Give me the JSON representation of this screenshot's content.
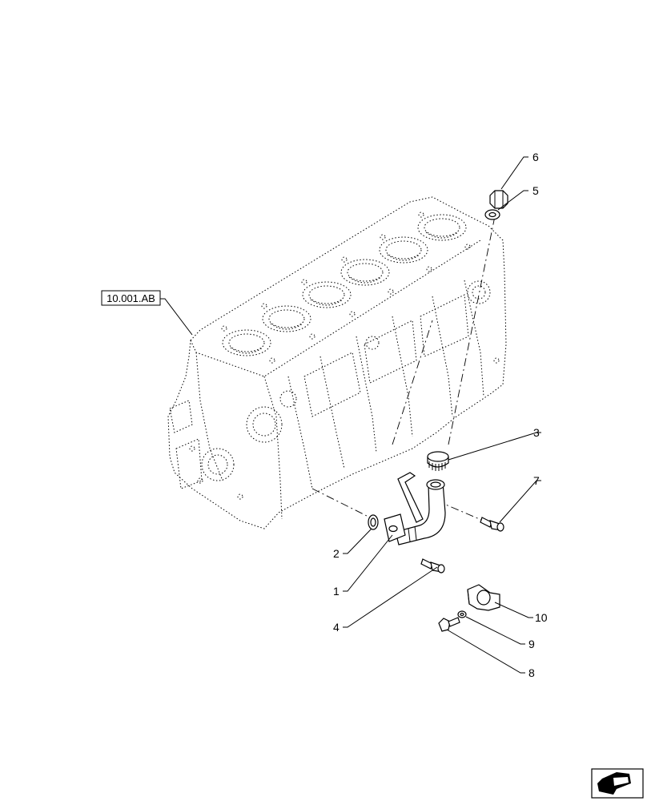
{
  "diagram": {
    "reference_label": "10.001.AB",
    "callouts": [
      {
        "id": "c1",
        "label": "1"
      },
      {
        "id": "c2",
        "label": "2"
      },
      {
        "id": "c3",
        "label": "3"
      },
      {
        "id": "c4",
        "label": "4"
      },
      {
        "id": "c5",
        "label": "5"
      },
      {
        "id": "c6",
        "label": "6"
      },
      {
        "id": "c7",
        "label": "7"
      },
      {
        "id": "c8",
        "label": "8"
      },
      {
        "id": "c9",
        "label": "9"
      },
      {
        "id": "c10",
        "label": "10"
      }
    ],
    "nav_icon": "previous-page-arrow-icon"
  }
}
